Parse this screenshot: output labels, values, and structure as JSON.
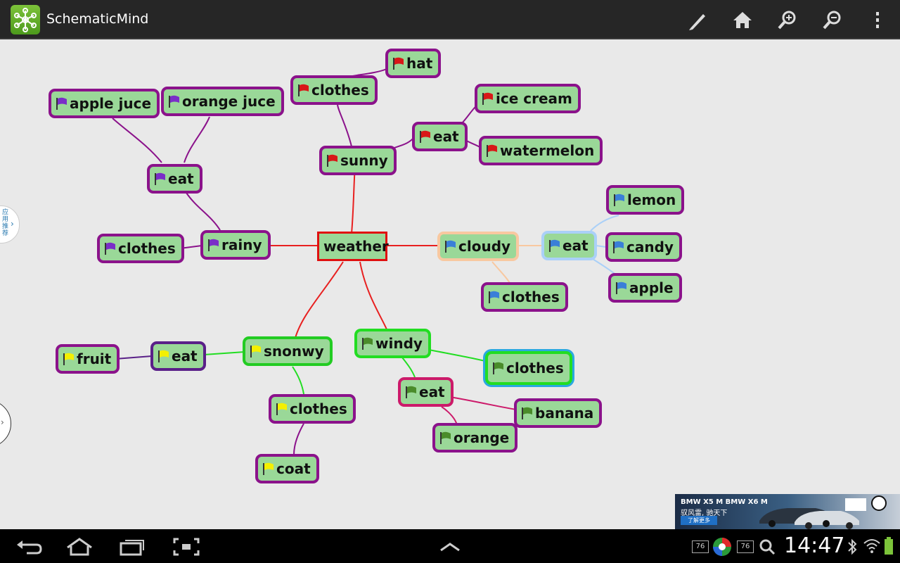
{
  "app": {
    "title": "SchematicMind",
    "icon": "mindmap-icon"
  },
  "toolbar": {
    "actions": [
      "pen-icon",
      "home-icon",
      "zoom-in-icon",
      "zoom-out-icon",
      "overflow-menu-icon"
    ]
  },
  "colors": {
    "red_flag": "#d81818",
    "purple_flag": "#7a2ec8",
    "blue_flag": "#3a7fd8",
    "yellow_flag": "#f4f000",
    "green_flag": "#4a8c2a",
    "node_fill": "#9ad898"
  },
  "side_tab": {
    "label": "应用推荐"
  },
  "mindmap": {
    "root": "weather",
    "nodes": {
      "sunny": "sunny",
      "sunny_clothes": "clothes",
      "sunny_hat": "hat",
      "sunny_eat": "eat",
      "sunny_icecream": "ice cream",
      "sunny_watermelon": "watermelon",
      "rainy": "rainy",
      "rainy_eat": "eat",
      "rainy_applejuce": "apple juce",
      "rainy_orangejuce": "orange juce",
      "rainy_clothes": "clothes",
      "cloudy": "cloudy",
      "cloudy_eat": "eat",
      "cloudy_lemon": "lemon",
      "cloudy_candy": "candy",
      "cloudy_apple": "apple",
      "cloudy_clothes": "clothes",
      "snowy": "snonwy",
      "snowy_eat": "eat",
      "snowy_fruit": "fruit",
      "snowy_clothes": "clothes",
      "snowy_coat": "coat",
      "windy": "windy",
      "windy_clothes": "clothes",
      "windy_eat": "eat",
      "windy_banana": "banana",
      "windy_orange": "orange"
    }
  },
  "ad": {
    "line1": "BMW X5 M  BMW X6 M",
    "line2": "驭风雷, 驰天下",
    "button": "了解更多"
  },
  "status": {
    "time": "14:47",
    "badge1": "76",
    "badge2": "76"
  }
}
